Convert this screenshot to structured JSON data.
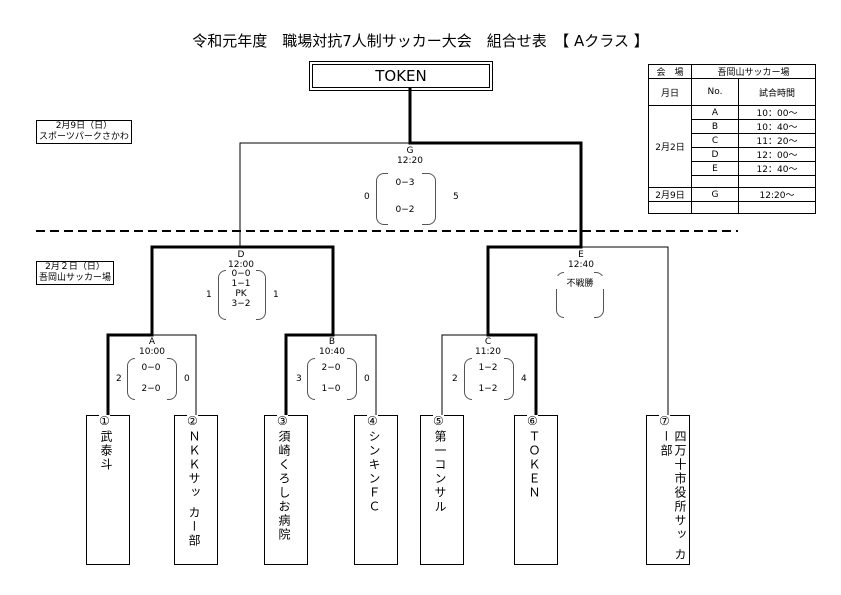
{
  "title": "令和元年度　職場対抗7人制サッカー大会　組合せ表　【 Aクラス 】",
  "champion": "TOKEN",
  "venues": {
    "feb9": [
      "2月9日（日）",
      "スポーツパークさかわ"
    ],
    "feb2": [
      "2月２日（日）",
      "吾岡山サッカー場"
    ]
  },
  "schedule": {
    "venue_label": "会　場",
    "venue_name": "吾岡山サッカー場",
    "headers": [
      "月日",
      "No.",
      "試合時間"
    ],
    "day1": "2月2日",
    "rows": [
      {
        "no": "A",
        "time": "10：00～"
      },
      {
        "no": "B",
        "time": "10：40～"
      },
      {
        "no": "C",
        "time": "11：20～"
      },
      {
        "no": "D",
        "time": "12：00～"
      },
      {
        "no": "E",
        "time": "12：40～"
      }
    ],
    "day2": "2月9日",
    "final": {
      "no": "G",
      "time": "12:20～"
    }
  },
  "teams": [
    {
      "num": "①",
      "name": "武泰斗"
    },
    {
      "num": "②",
      "name": "ＮＫＫサッ カー部"
    },
    {
      "num": "③",
      "name": "須崎くろしお病院"
    },
    {
      "num": "④",
      "name": "シンキンＦＣ"
    },
    {
      "num": "⑤",
      "name": "第一コンサル"
    },
    {
      "num": "⑥",
      "name": "ＴＯＫＥＮ"
    },
    {
      "num": "⑦",
      "name": "四万十市役所サッ カー部"
    }
  ],
  "matches": {
    "A": {
      "label": "A",
      "time": "10:00",
      "left": "2",
      "right": "0",
      "scores": [
        "0−0",
        "2−0"
      ]
    },
    "B": {
      "label": "B",
      "time": "10:40",
      "left": "3",
      "right": "0",
      "scores": [
        "2−0",
        "1−0"
      ]
    },
    "C": {
      "label": "C",
      "time": "11:20",
      "left": "2",
      "right": "4",
      "scores": [
        "1−2",
        "1−2"
      ]
    },
    "D": {
      "label": "D",
      "time": "12:00",
      "left": "1",
      "right": "1",
      "scores": [
        "0−0",
        "1−1",
        "PK",
        "3−2"
      ]
    },
    "E": {
      "label": "E",
      "time": "12:40",
      "note": "不戦勝"
    },
    "G": {
      "label": "G",
      "time": "12:20",
      "left": "0",
      "right": "5",
      "scores": [
        "0−3",
        "0−2"
      ]
    }
  }
}
